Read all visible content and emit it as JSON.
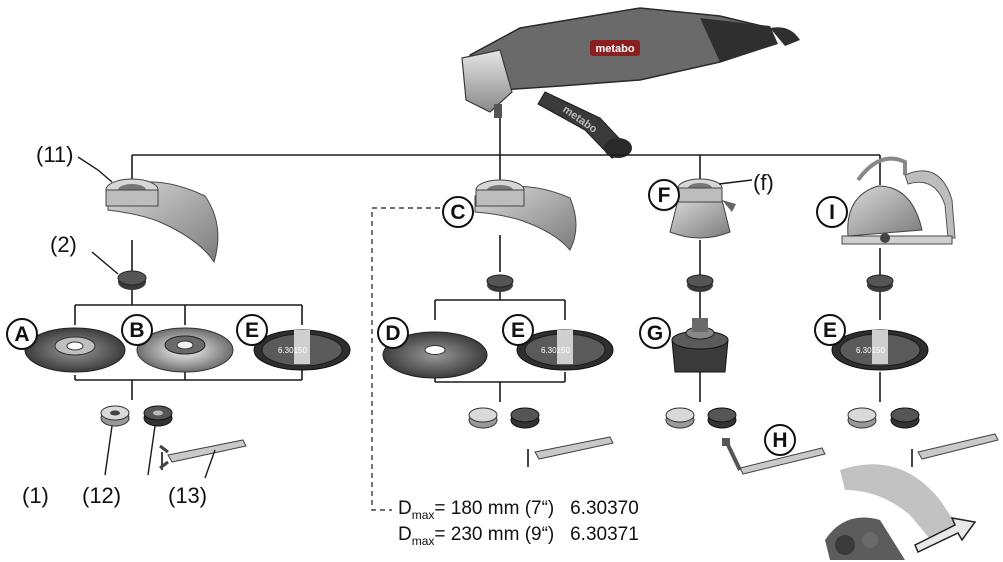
{
  "part_numbers": {
    "p11": "(11)",
    "p2": "(2)",
    "p1": "(1)",
    "p12": "(12)",
    "p13": "(13)",
    "pf": "(f)"
  },
  "accessory_letters": {
    "A": "A",
    "B": "B",
    "C": "C",
    "D": "D",
    "E": "E",
    "F": "F",
    "G": "G",
    "H": "H",
    "I": "I"
  },
  "tool_logo": "metabo",
  "specs": [
    {
      "symbol": "D",
      "sub": "max",
      "text": "= 180 mm (7“)",
      "code": "6.30370"
    },
    {
      "symbol": "D",
      "sub": "max",
      "text": "= 230 mm (9“)",
      "code": "6.30371"
    }
  ],
  "colors": {
    "line": "#1a1a1a",
    "metal_light": "#c8c8c8",
    "metal_dark": "#555555",
    "grinder_body": "#6a6a6a",
    "grinder_handle": "#2f2f2f"
  }
}
